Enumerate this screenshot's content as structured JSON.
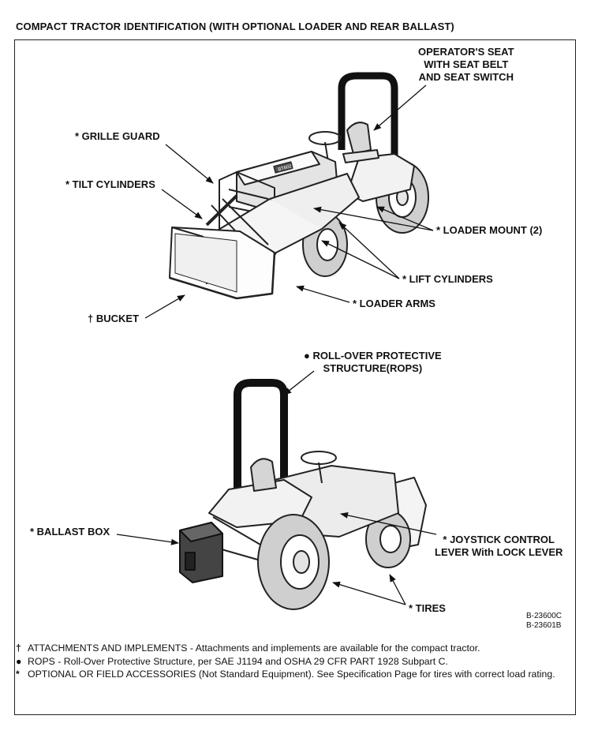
{
  "title": "COMPACT TRACTOR IDENTIFICATION (WITH OPTIONAL LOADER AND REAR BALLAST)",
  "top_figure": {
    "callouts": {
      "operators_seat": [
        "OPERATOR'S SEAT",
        "WITH SEAT BELT",
        "AND SEAT SWITCH"
      ],
      "grille_guard": "* GRILLE GUARD",
      "tilt_cylinders": "* TILT CYLINDERS",
      "loader_mount": "* LOADER MOUNT (2)",
      "lift_cylinders": "* LIFT CYLINDERS",
      "bucket": "† BUCKET",
      "loader_arms": "* LOADER ARMS"
    },
    "hood_badge": "BT602"
  },
  "bottom_figure": {
    "callouts": {
      "rops": [
        "● ROLL-OVER PROTECTIVE",
        "STRUCTURE(ROPS)"
      ],
      "ballast_box": "* BALLAST BOX",
      "joystick": [
        "* JOYSTICK CONTROL",
        "LEVER With LOCK LEVER"
      ],
      "tires": "* TIRES"
    }
  },
  "figure_refs": [
    "B-23600C",
    "B-23601B"
  ],
  "notes": [
    {
      "symbol": "†",
      "text": "ATTACHMENTS AND IMPLEMENTS - Attachments and implements are available for the compact tractor."
    },
    {
      "symbol": "●",
      "text": "ROPS - Roll-Over Protective Structure, per SAE J1194 and OSHA 29 CFR PART 1928 Subpart C."
    },
    {
      "symbol": "*",
      "text": "OPTIONAL OR FIELD ACCESSORIES (Not Standard Equipment). See Specification Page for tires with correct load rating."
    }
  ]
}
